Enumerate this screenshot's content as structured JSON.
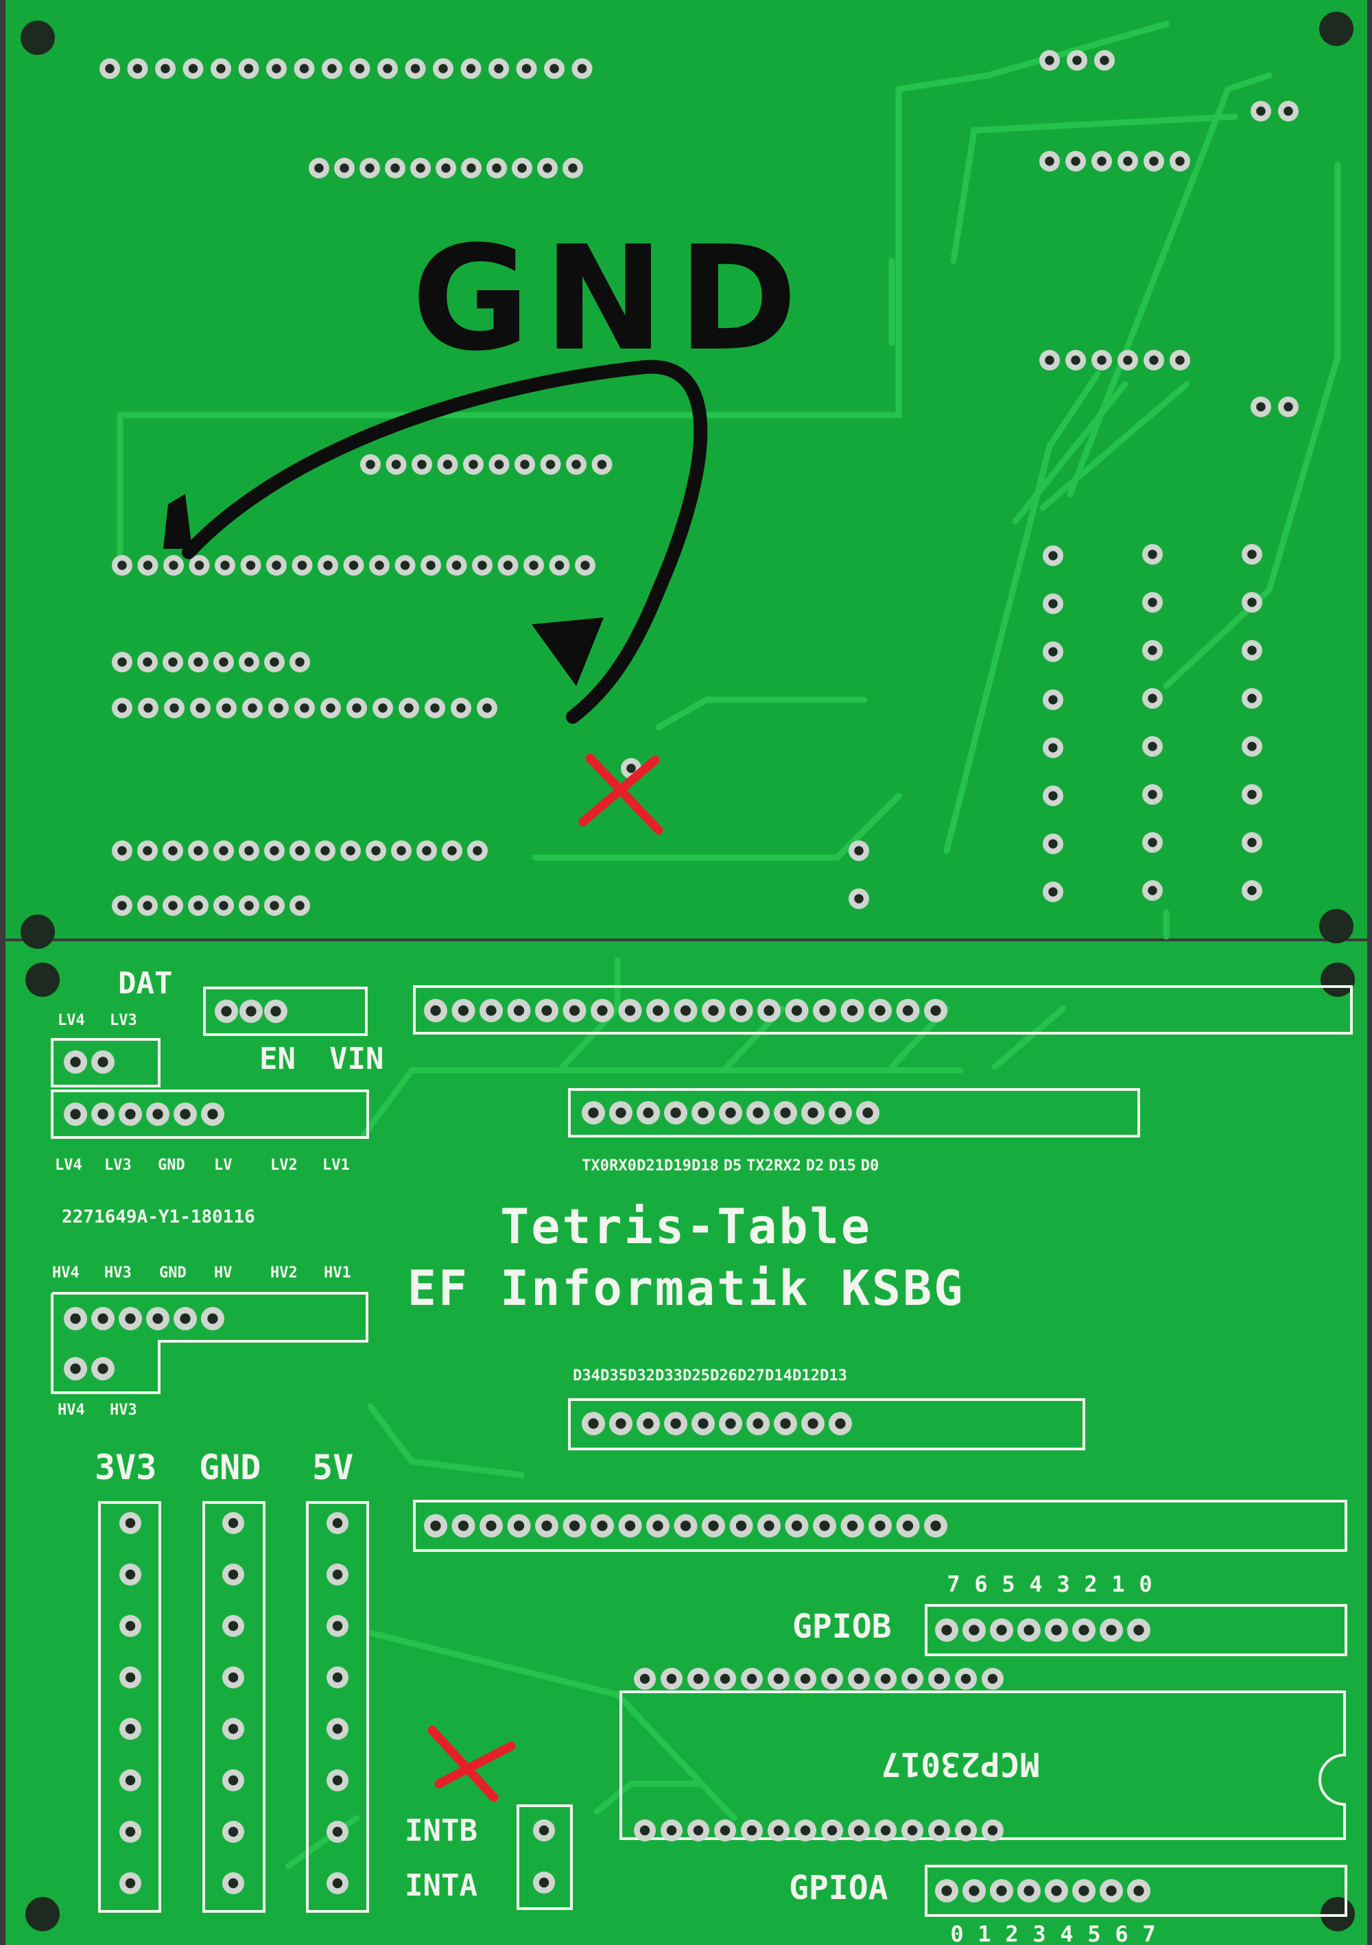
{
  "colors": {
    "pcb_top": "#14a83a",
    "pcb_bottom": "#17ad3e",
    "trace": "#25c24c",
    "pad_ring": "#cfd6cf",
    "hole": "#1f2a22",
    "silk": "#f2f5ee",
    "marker_black": "#0d0d0d",
    "marker_red": "#e5202a",
    "background": "#3a3a3a"
  },
  "annotations": {
    "handwritten_gnd": "GND"
  },
  "board": {
    "code": "2271649A-Y1-180116",
    "title_line1": "Tetris-Table",
    "title_line2": "EF Informatik KSBG",
    "dat": "DAT",
    "en": "EN",
    "vin": "VIN",
    "lv_top": [
      "LV4",
      "LV3"
    ],
    "lv_row": [
      "LV4",
      "LV3",
      "GND",
      "LV",
      "LV2",
      "LV1"
    ],
    "hv_row": [
      "HV4",
      "HV3",
      "GND",
      "HV",
      "HV2",
      "HV1"
    ],
    "hv_bottom": [
      "HV4",
      "HV3"
    ],
    "upper_header_labels": [
      "TX0",
      "RX0",
      "D21",
      "D19",
      "D18",
      "D5",
      "TX2",
      "RX2",
      "D2",
      "D15",
      "D0"
    ],
    "mid_header_labels": [
      "D34",
      "D35",
      "D32",
      "D33",
      "D25",
      "D26",
      "D27",
      "D14",
      "D12",
      "D13"
    ],
    "rail_3v3": "3V3",
    "rail_gnd": "GND",
    "rail_5v": "5V",
    "gpiob": "GPIOB",
    "gpioa": "GPIOA",
    "gpiob_numbers": [
      "7",
      "6",
      "5",
      "4",
      "3",
      "2",
      "1",
      "0"
    ],
    "gpioa_numbers": [
      "0",
      "1",
      "2",
      "3",
      "4",
      "5",
      "6",
      "7"
    ],
    "chip": "MCP23017",
    "intb": "INTB",
    "inta": "INTA"
  }
}
